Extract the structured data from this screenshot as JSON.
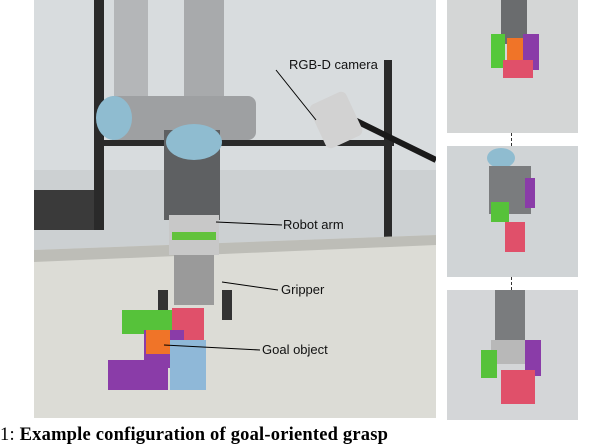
{
  "figure": {
    "labels": {
      "camera": "RGB-D camera",
      "robot_arm": "Robot arm",
      "gripper": "Gripper",
      "goal_object": "Goal object"
    },
    "caption": {
      "number": "1:",
      "bold_text": "Example configuration of goal-oriented grasp"
    }
  }
}
